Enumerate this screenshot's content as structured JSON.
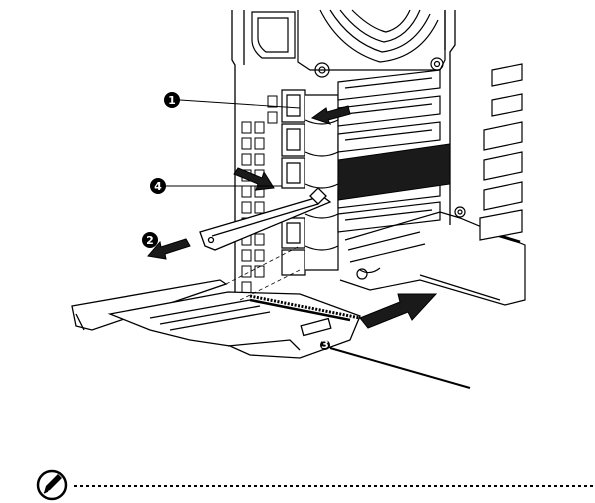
{
  "figure": {
    "description_visible_text": "",
    "callouts": [
      {
        "id": "callout-1",
        "label": "1"
      },
      {
        "id": "callout-2",
        "label": "2"
      },
      {
        "id": "callout-3",
        "label": "3"
      },
      {
        "id": "callout-4",
        "label": "4"
      }
    ]
  },
  "note": {
    "icon": "note-pen-icon",
    "text": ""
  },
  "colors": {
    "ink": "#000000",
    "paper": "#ffffff",
    "shade": "#1a1a1a"
  }
}
